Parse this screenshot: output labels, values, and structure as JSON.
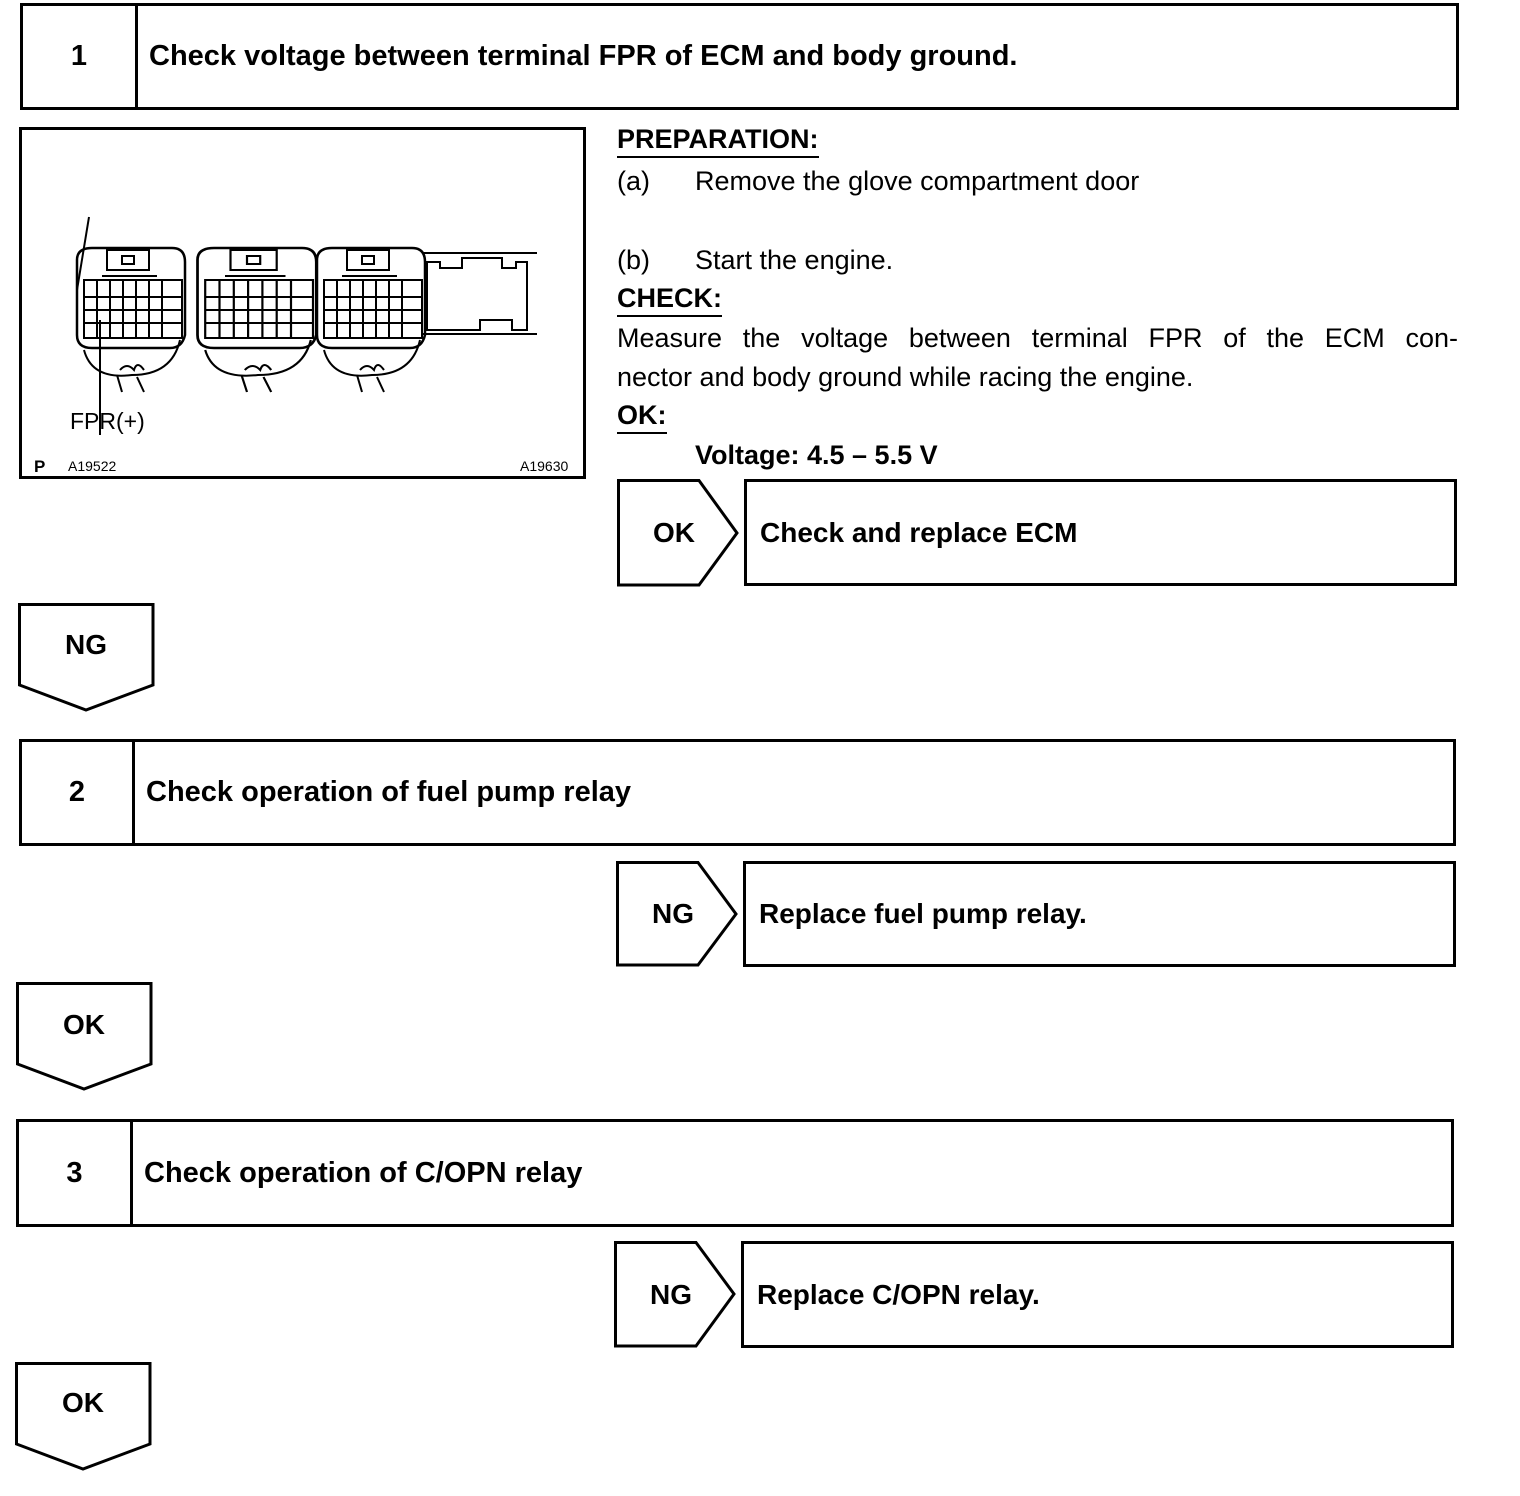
{
  "steps": [
    {
      "number": "1",
      "title": "Check voltage between terminal FPR of ECM and body ground."
    },
    {
      "number": "2",
      "title": "Check operation of fuel pump relay"
    },
    {
      "number": "3",
      "title": "Check operation of C/OPN relay"
    }
  ],
  "figure": {
    "terminal_label": "FPR(+)",
    "prefix": "P",
    "code_left": "A19522",
    "code_right": "A19630"
  },
  "procedure": {
    "preparation_heading": "PREPARATION:",
    "prep_a_label": "(a)",
    "prep_a_text": "Remove the glove compartment door",
    "prep_b_label": "(b)",
    "prep_b_text": "Start the engine.",
    "check_heading": "CHECK:",
    "check_line1": "Measure the voltage between terminal FPR of the ECM con-",
    "check_line2": "nector and body ground while racing the engine.",
    "ok_heading": "OK:",
    "ok_spec": "Voltage: 4.5 – 5.5 V"
  },
  "branches": [
    {
      "label": "OK",
      "result": "Check and replace ECM"
    },
    {
      "label": "NG",
      "result": "Replace fuel pump relay."
    },
    {
      "label": "NG",
      "result": "Replace C/OPN relay."
    }
  ],
  "flow": [
    "NG",
    "OK",
    "OK"
  ]
}
